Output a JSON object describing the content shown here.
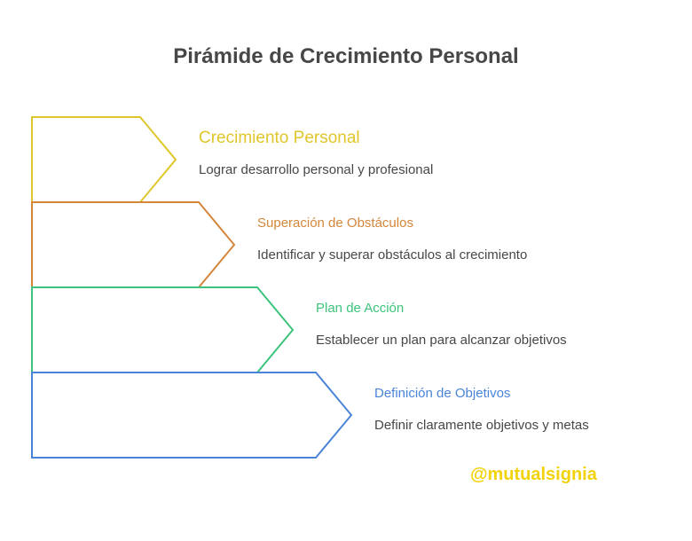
{
  "title": "Pirámide de Crecimiento Personal",
  "steps": [
    {
      "title": "Crecimiento Personal",
      "description": "Lograr desarrollo personal y profesional",
      "color": "#e0c62a"
    },
    {
      "title": "Superación de Obstáculos",
      "description": "Identificar y superar obstáculos al crecimiento",
      "color": "#d4863a"
    },
    {
      "title": "Plan de Acción",
      "description": "Establecer un plan para alcanzar objetivos",
      "color": "#3cc47c"
    },
    {
      "title": "Definición de Objetivos",
      "description": "Definir claramente objetivos y metas",
      "color": "#4a84d8"
    }
  ],
  "watermark": {
    "text": "@mutualsignia",
    "color": "#f2d20a"
  },
  "text_color": "#474747"
}
